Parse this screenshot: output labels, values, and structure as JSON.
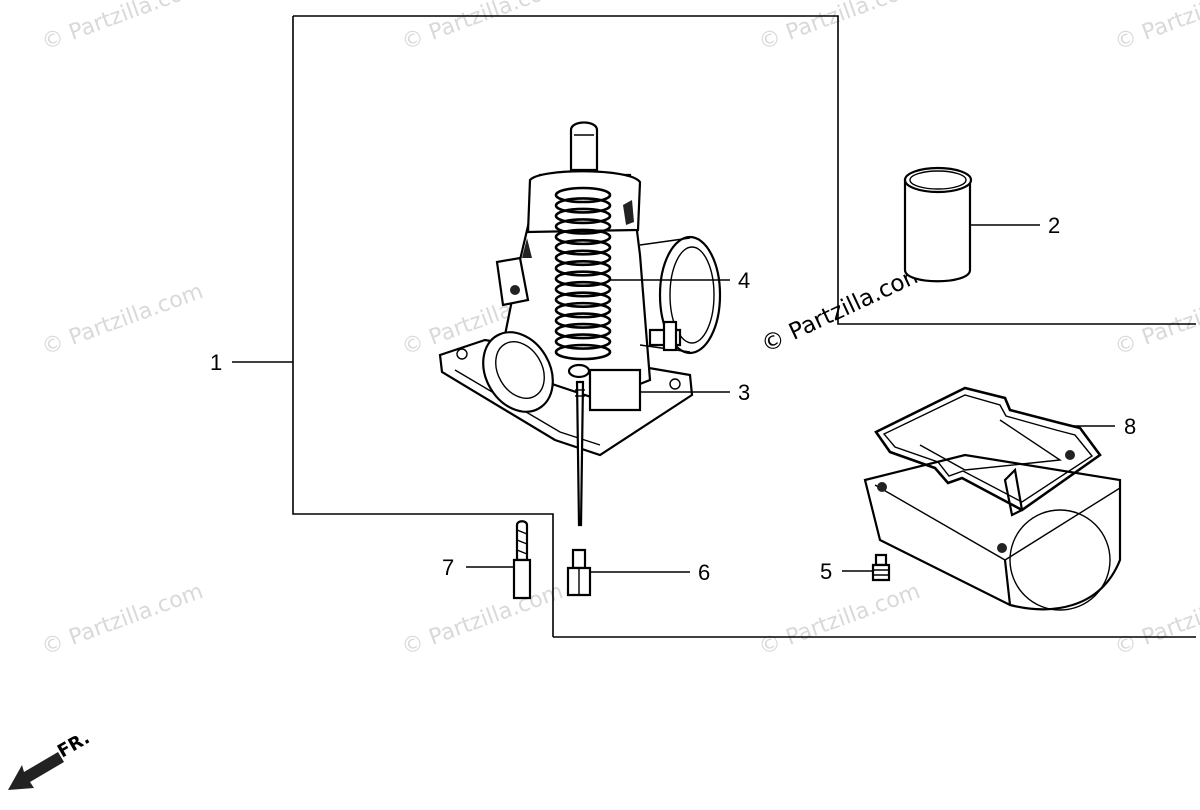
{
  "watermark_text": "© Partzilla.com",
  "watermark_dark_text": "© Partzilla.com",
  "front_label": "FR.",
  "callouts": [
    {
      "id": "1",
      "label": "1"
    },
    {
      "id": "2",
      "label": "2"
    },
    {
      "id": "3",
      "label": "3"
    },
    {
      "id": "4",
      "label": "4"
    },
    {
      "id": "5",
      "label": "5"
    },
    {
      "id": "6",
      "label": "6"
    },
    {
      "id": "7",
      "label": "7"
    },
    {
      "id": "8",
      "label": "8"
    }
  ]
}
